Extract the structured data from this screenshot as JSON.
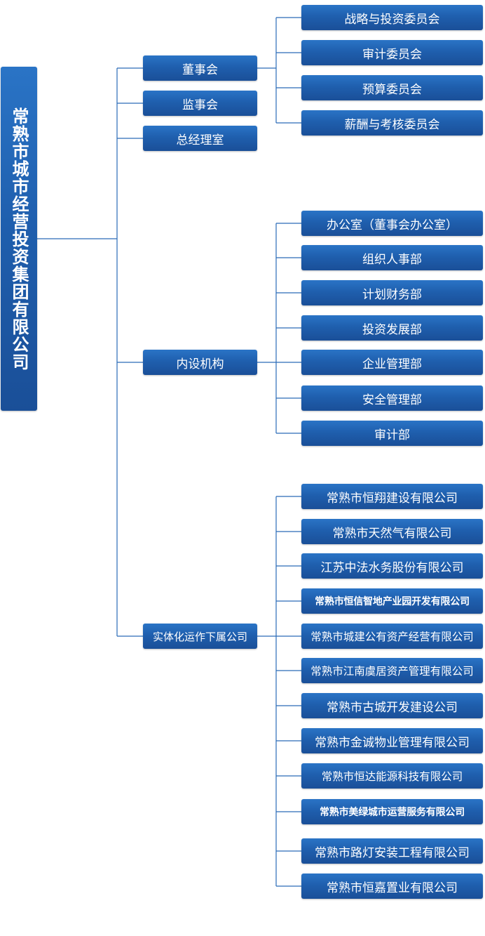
{
  "root": {
    "label": "常熟市城市经营投资集团有限公司"
  },
  "groups": [
    {
      "label": "董事会",
      "children": [
        "战略与投资委员会",
        "审计委员会",
        "预算委员会",
        "薪酬与考核委员会"
      ]
    },
    {
      "label": "监事会",
      "children": []
    },
    {
      "label": "总经理室",
      "children": []
    },
    {
      "label": "内设机构",
      "children": [
        "办公室（董事会办公室）",
        "组织人事部",
        "计划财务部",
        "投资发展部",
        "企业管理部",
        "安全管理部",
        "审计部"
      ]
    },
    {
      "label": "实体化运作下属公司",
      "children": [
        "常熟市恒翔建设有限公司",
        "常熟市天然气有限公司",
        "江苏中法水务股份有限公司",
        "常熟市恒信智地产业园开发有限公司",
        "常熟市城建公有资产经营有限公司",
        "常熟市江南虞居资产管理有限公司",
        "常熟市古城开发建设公司",
        "常熟市金诚物业管理有限公司",
        "常熟市恒达能源科技有限公司",
        "常熟市美绿城市运营服务有限公司",
        "常熟市路灯安装工程有限公司",
        "常熟市恒嘉置业有限公司"
      ]
    }
  ],
  "colors": {
    "node": "#1f5fae",
    "line": "#1f5fae",
    "text": "#ffffff"
  }
}
